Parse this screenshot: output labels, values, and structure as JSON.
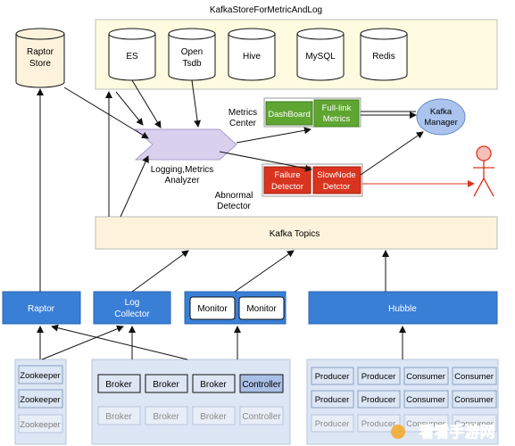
{
  "title": "KafkaStoreForMetricAndLog",
  "raptor_store": {
    "line1": "Raptor",
    "line2": "Store"
  },
  "stores": [
    {
      "line1": "ES",
      "line2": ""
    },
    {
      "line1": "Open",
      "line2": "Tsdb"
    },
    {
      "line1": "Hive",
      "line2": ""
    },
    {
      "line1": "MySQL",
      "line2": ""
    },
    {
      "line1": "Redis",
      "line2": ""
    }
  ],
  "metrics_center": {
    "line1": "Metrics",
    "line2": "Center"
  },
  "dashboard": "DashBoard",
  "fulllink": {
    "line1": "Full-link",
    "line2": "Metrics"
  },
  "kafka_manager": {
    "line1": "Kafka",
    "line2": "Manager"
  },
  "analyzer": {
    "line1": "Logging,Metrics",
    "line2": "Analyzer"
  },
  "failure_detector": {
    "line1": "Failure",
    "line2": "Detector"
  },
  "slownode_detector": {
    "line1": "SlowNode",
    "line2": "Detctor"
  },
  "abnormal_detector": {
    "line1": "Abnormal",
    "line2": "Detector"
  },
  "kafka_topics": "Kafka Topics",
  "raptor": "Raptor",
  "log_collector": {
    "line1": "Log",
    "line2": "Collector"
  },
  "monitors": [
    "Monitor",
    "Monitor"
  ],
  "hubble": "Hubble",
  "zookeepers": [
    "Zookeeper",
    "Zookeeper",
    "Zookeeper"
  ],
  "brokers": [
    "Broker",
    "Broker",
    "Broker",
    "Controller"
  ],
  "brokers_faded": [
    "Broker",
    "Broker",
    "Broker",
    "Controller"
  ],
  "clients": [
    [
      "Producer",
      "Producer",
      "Consumer",
      "Consumer"
    ],
    [
      "Producer",
      "Producer",
      "Consumer",
      "Consumer"
    ],
    [
      "Producer",
      "Producer",
      "Consumer",
      "Consumer"
    ]
  ],
  "watermark": "看看手游网",
  "colors": {
    "blue": "#3a7fd6",
    "green": "#5fa532",
    "red": "#d9341f",
    "peach": "#fdf3dc",
    "cream": "#fffbe0",
    "lavender": "#d9d0ee",
    "light_blue": "#dce6f4",
    "kafka_manager": "#aac4ee",
    "stick_figure": "#d9341f"
  }
}
